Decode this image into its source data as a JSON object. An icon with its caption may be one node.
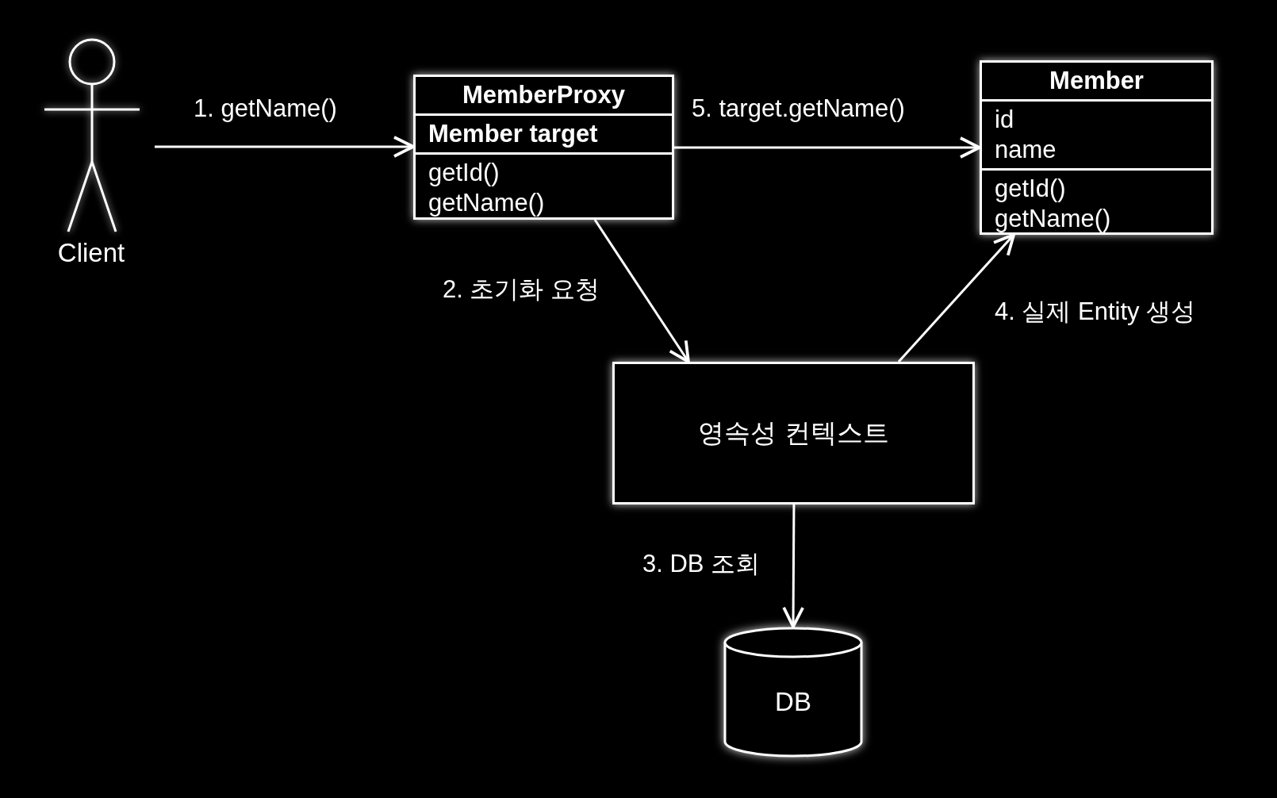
{
  "diagram": {
    "nodes": [
      {
        "text": [
          "Client"
        ]
      },
      {
        "text": [
          "MemberProxy",
          "Member target",
          "getId()",
          "getName()"
        ]
      },
      {
        "text": [
          "Member",
          "id",
          "name",
          "getId()",
          "getName()"
        ]
      },
      {
        "text": [
          "영속성 컨텍스트"
        ]
      },
      {
        "text": [
          "DB"
        ]
      }
    ],
    "edges": [
      {
        "from": 0,
        "to": 1,
        "arrow": "to",
        "label": "1. getName()"
      },
      {
        "from": 1,
        "to": 3,
        "arrow": "to",
        "label": "2. 초기화 요청"
      },
      {
        "from": 3,
        "to": 4,
        "arrow": "to",
        "label": "3. DB 조회"
      },
      {
        "from": 3,
        "to": 2,
        "arrow": "to",
        "label": "4. 실제 Entity 생성"
      },
      {
        "from": 1,
        "to": 2,
        "arrow": "to",
        "label": "5. target.getName()"
      }
    ]
  }
}
